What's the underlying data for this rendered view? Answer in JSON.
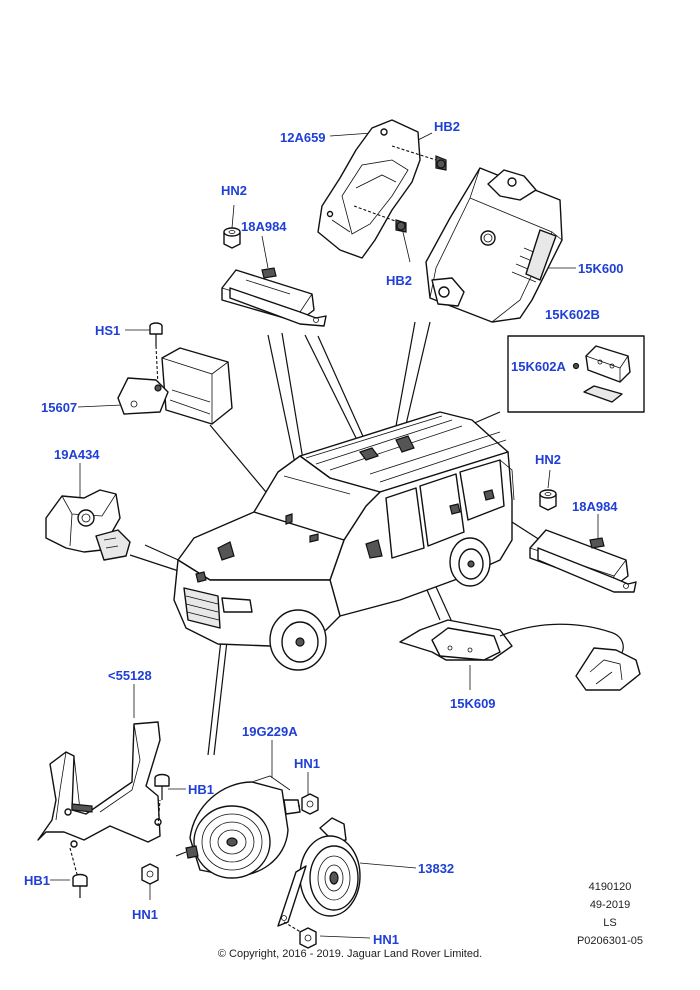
{
  "callouts": {
    "c_12a659": "12A659",
    "c_hb2_top": "HB2",
    "c_hb2_mid": "HB2",
    "c_hn2_left": "HN2",
    "c_18a984_left": "18A984",
    "c_15k600": "15K600",
    "c_15k602b": "15K602B",
    "c_15k602a": "15K602A",
    "c_hs1": "HS1",
    "c_15607": "15607",
    "c_19a434": "19A434",
    "c_hn2_right": "HN2",
    "c_18a984_right": "18A984",
    "c_15k609": "15K609",
    "c_55128": "<55128",
    "c_19g229a": "19G229A",
    "c_hn1_top": "HN1",
    "c_hb1_mid": "HB1",
    "c_hb1_left": "HB1",
    "c_13832": "13832",
    "c_hn1_left": "HN1",
    "c_hn1_bottom": "HN1"
  },
  "meta": {
    "line1": "4190120",
    "line2": "49-2019",
    "line3": "LS",
    "line4": "P0206301-05"
  },
  "copyright": "© Copyright, 2016 - 2019. Jaguar Land Rover Limited."
}
